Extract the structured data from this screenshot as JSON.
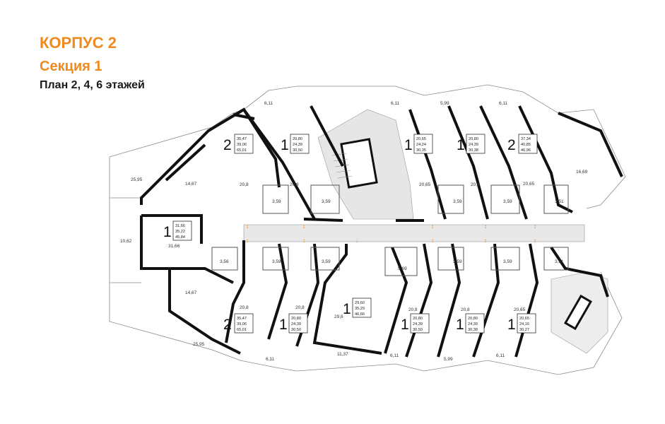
{
  "header": {
    "building": "КОРПУС 2",
    "section": "Секция 1",
    "plan": "План 2, 4, 6 этажей"
  },
  "colors": {
    "accent": "#f08a1e",
    "wall": "#111111",
    "corridor": "#e8e8e8"
  },
  "apartments": [
    {
      "rooms": "2",
      "areas": [
        "35,47",
        "39,06",
        "65,01"
      ]
    },
    {
      "rooms": "1",
      "areas": [
        "20,80",
        "24,39",
        "30,50"
      ]
    },
    {
      "rooms": "1",
      "areas": [
        "20,65",
        "24,24",
        "30,35"
      ]
    },
    {
      "rooms": "1",
      "areas": [
        "20,80",
        "24,39",
        "30,38"
      ]
    },
    {
      "rooms": "2",
      "areas": [
        "37,34",
        "40,85",
        "46,96"
      ]
    },
    {
      "rooms": "1",
      "areas": [
        "31,66",
        "35,22",
        "45,84"
      ]
    },
    {
      "rooms": "2",
      "areas": [
        "35,47",
        "39,06",
        "65,01"
      ]
    },
    {
      "rooms": "1",
      "areas": [
        "20,80",
        "24,39",
        "30,50"
      ]
    },
    {
      "rooms": "1",
      "areas": [
        "29,60",
        "35,29",
        "46,66"
      ]
    },
    {
      "rooms": "1",
      "areas": [
        "20,80",
        "24,39",
        "30,50"
      ]
    },
    {
      "rooms": "1",
      "areas": [
        "20,80",
        "24,39",
        "30,38"
      ]
    },
    {
      "rooms": "1",
      "areas": [
        "20,65",
        "24,16",
        "30,27"
      ]
    }
  ],
  "room_labels": [
    "6,11",
    "6,11",
    "5,99",
    "6,11",
    "25,95",
    "14,67",
    "20,8",
    "20,8",
    "20,65",
    "20,8",
    "20,65",
    "16,69",
    "3,59",
    "3,59",
    "3,59",
    "3,59",
    "3,51",
    "10,62",
    "31,66",
    "3,56",
    "3,59",
    "3,59",
    "5,69",
    "3,59",
    "3,59",
    "3,51",
    "14,67",
    "20,8",
    "20,8",
    "29,6",
    "20,8",
    "20,8",
    "20,65",
    "25,95",
    "6,11",
    "11,37",
    "6,11",
    "5,99",
    "6,11"
  ]
}
